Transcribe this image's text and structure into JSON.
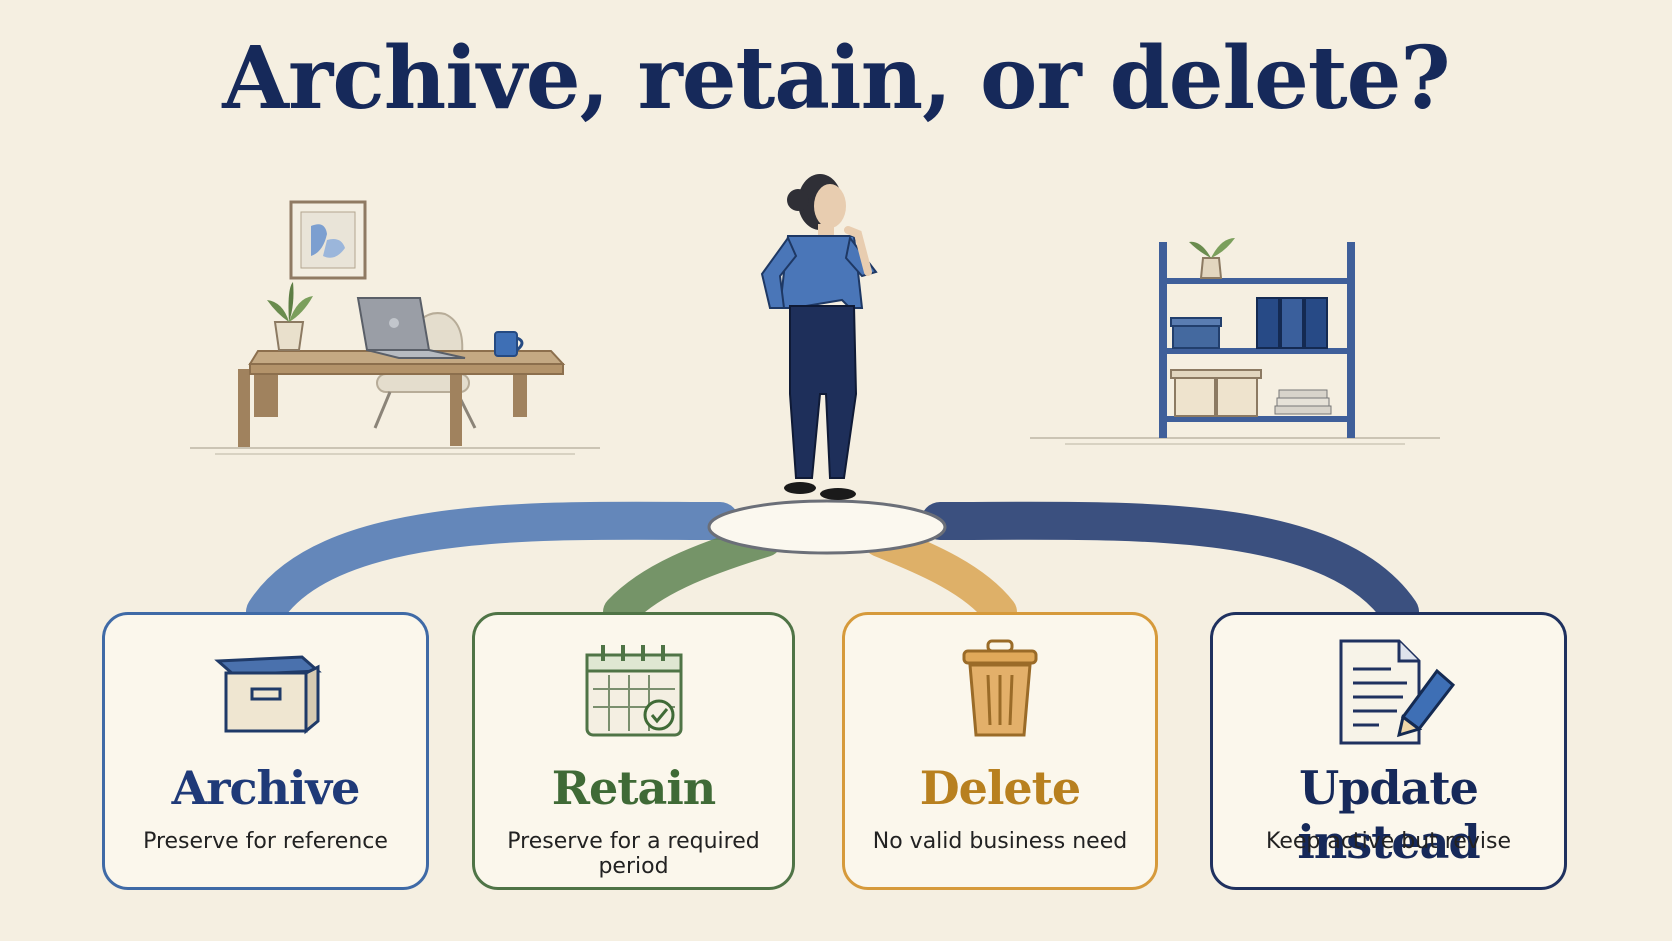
{
  "title": "Archive, retain, or delete?",
  "colors": {
    "background": "#f5efe1",
    "title": "#16295a",
    "archive": "#3f6aa6",
    "retain": "#4f7446",
    "delete": "#d69a3b",
    "update": "#1f315f"
  },
  "scene": {
    "left": "desk-with-laptop-illustration",
    "center": "person-thinking-illustration",
    "right": "shelf-with-boxes-illustration"
  },
  "options": [
    {
      "icon": "archive-box-icon",
      "title": "Archive",
      "subtitle": "Preserve for reference"
    },
    {
      "icon": "calendar-check-icon",
      "title": "Retain",
      "subtitle": "Preserve for a required period"
    },
    {
      "icon": "trash-can-icon",
      "title": "Delete",
      "subtitle": "No valid business need"
    },
    {
      "icon": "document-edit-icon",
      "title": "Update instead",
      "subtitle": "Keep active but revise"
    }
  ]
}
